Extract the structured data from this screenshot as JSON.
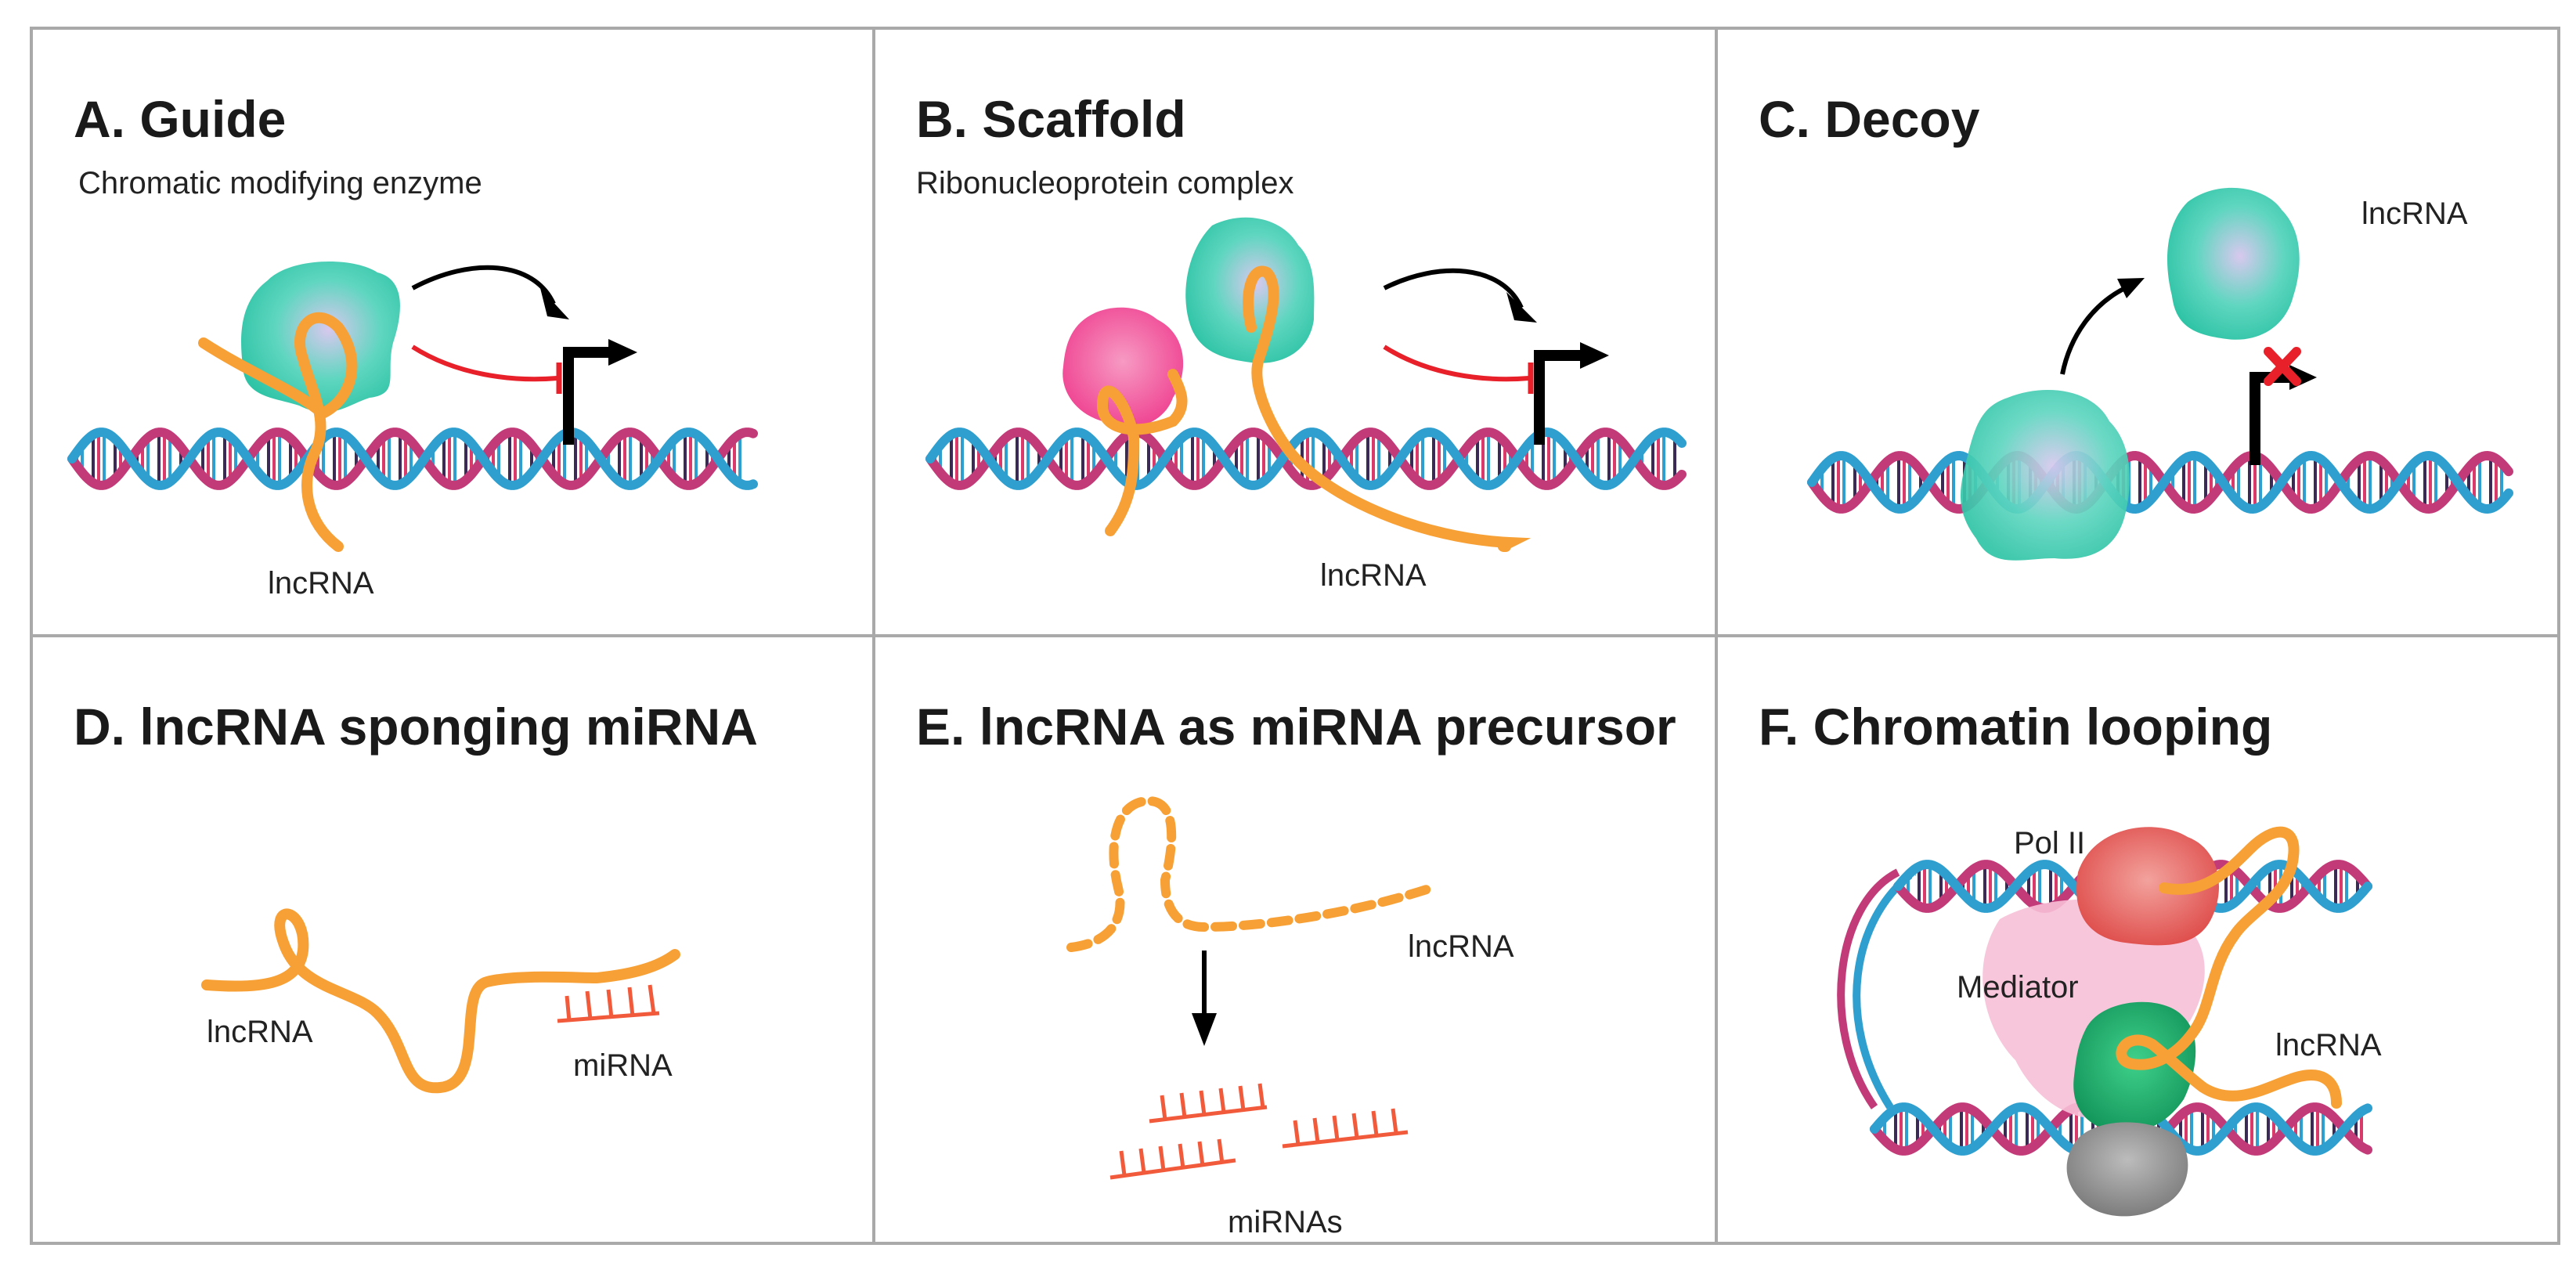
{
  "colors": {
    "rna": "#f7a035",
    "mirna": "#f25a3c",
    "enzyme": "#3fcfb2",
    "scaffold_protein": "#f04f9b",
    "polII": "#e35d5b",
    "mediator": "#f7c0d7",
    "green_protein": "#1fa868",
    "grey_protein": "#8a8a8a",
    "dna_strand_a": "#c23b78",
    "dna_strand_b": "#2e9fcf",
    "activation_arrow": "#000000",
    "inhibition": "#e8202a",
    "border": "#a9a9a9"
  },
  "panels": {
    "a": {
      "title": "A. Guide",
      "subtitle": "Chromatic modifying enzyme",
      "rna_label": "lncRNA"
    },
    "b": {
      "title": "B. Scaffold",
      "subtitle": "Ribonucleoprotein complex",
      "rna_label": "lncRNA"
    },
    "c": {
      "title": "C. Decoy",
      "rna_label": "lncRNA"
    },
    "d": {
      "title": "D. lncRNA sponging miRNA",
      "rna_label": "lncRNA",
      "mirna_label": "miRNA"
    },
    "e": {
      "title": "E. lncRNA as miRNA precursor",
      "rna_label": "lncRNA",
      "mirna_label": "miRNAs"
    },
    "f": {
      "title": "F. Chromatin looping",
      "polii_label": "Pol II",
      "mediator_label": "Mediator",
      "rna_label": "lncRNA"
    }
  }
}
